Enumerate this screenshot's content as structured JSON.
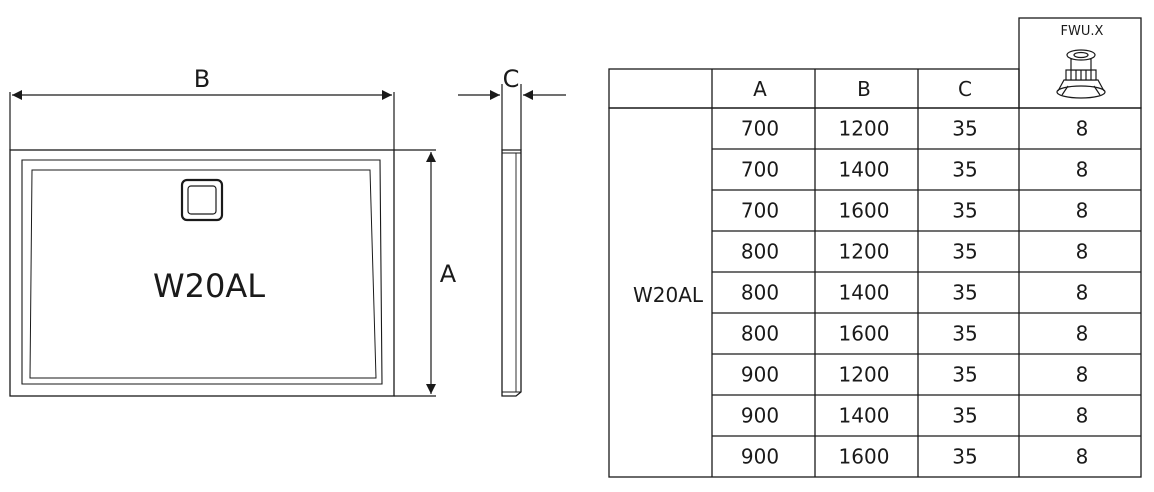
{
  "drawing": {
    "width_label": "B",
    "height_label": "A",
    "depth_label": "C",
    "model_label": "W20AL"
  },
  "table": {
    "headers": [
      "A",
      "B",
      "C"
    ],
    "feet_header": "FWU.X",
    "model": "W20AL",
    "rows": [
      [
        "700",
        "1200",
        "35",
        "8"
      ],
      [
        "700",
        "1400",
        "35",
        "8"
      ],
      [
        "700",
        "1600",
        "35",
        "8"
      ],
      [
        "800",
        "1200",
        "35",
        "8"
      ],
      [
        "800",
        "1400",
        "35",
        "8"
      ],
      [
        "800",
        "1600",
        "35",
        "8"
      ],
      [
        "900",
        "1200",
        "35",
        "8"
      ],
      [
        "900",
        "1400",
        "35",
        "8"
      ],
      [
        "900",
        "1600",
        "35",
        "8"
      ]
    ]
  },
  "icons": {
    "feet": "adjustable-foot-icon",
    "drain": "drain-square-icon"
  }
}
